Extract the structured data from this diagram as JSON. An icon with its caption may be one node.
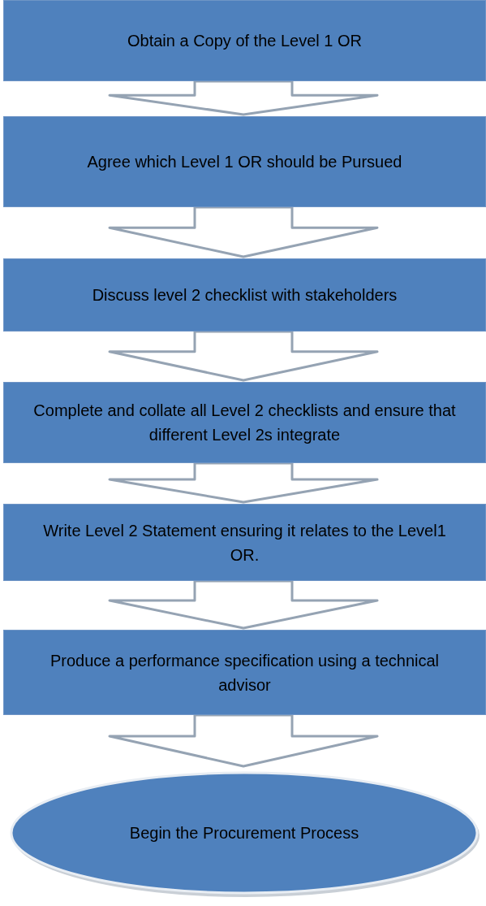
{
  "diagram": {
    "nodes": [
      {
        "text": [
          "Obtain a Copy of the Level 1 OR"
        ]
      },
      {
        "text": [
          "Agree which Level 1 OR should be Pursued"
        ]
      },
      {
        "text": [
          "Discuss level 2 checklist with stakeholders"
        ]
      },
      {
        "text": [
          "Complete and collate all Level 2 checklists and ensure that different Level 2s integrate"
        ]
      },
      {
        "text": [
          "Write Level 2 Statement ensuring it relates to the Level1 OR."
        ]
      },
      {
        "text": [
          "Produce a performance specification using a technical advisor"
        ]
      },
      {
        "text": [
          "Begin the Procurement Process"
        ]
      }
    ],
    "edges": [
      {
        "from": 0,
        "to": 1,
        "arrow": "to"
      },
      {
        "from": 1,
        "to": 2,
        "arrow": "to"
      },
      {
        "from": 2,
        "to": 3,
        "arrow": "to"
      },
      {
        "from": 3,
        "to": 4,
        "arrow": "to"
      },
      {
        "from": 4,
        "to": 5,
        "arrow": "to"
      },
      {
        "from": 5,
        "to": 6,
        "arrow": "to"
      }
    ]
  }
}
